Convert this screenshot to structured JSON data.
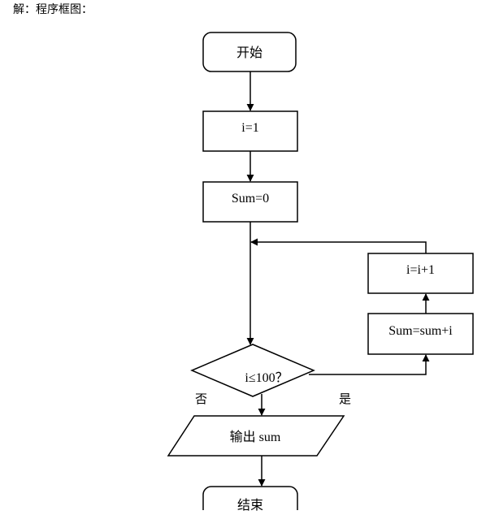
{
  "intro": "解：程序框图：",
  "nodes": {
    "start": "开始",
    "init_i": "i=1",
    "init_sum": "Sum=0",
    "condition": "i≤100？",
    "accumulate": "Sum=sum+i",
    "increment": "i=i+1",
    "output": "输出 sum",
    "end": "结束"
  },
  "branches": {
    "no": "否",
    "yes": "是"
  }
}
